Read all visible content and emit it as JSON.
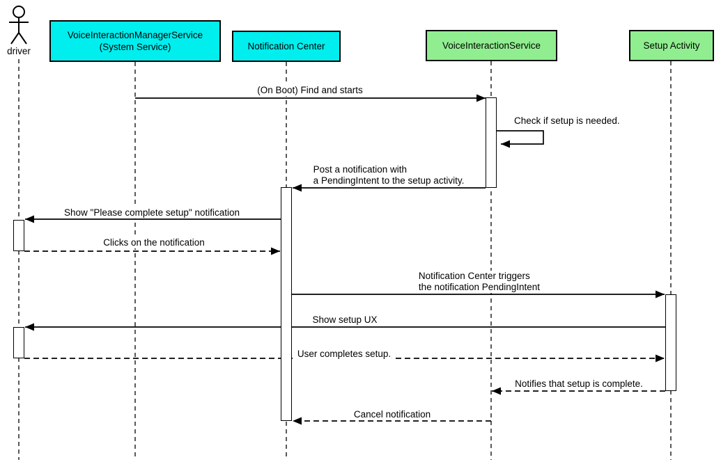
{
  "colors": {
    "system_participant": "#00EEEE",
    "app_participant": "#90EE90",
    "line": "#000000",
    "background": "#FFFFFF"
  },
  "actor": {
    "name": "driver"
  },
  "participants": [
    {
      "name": "VoiceInteractionManagerService",
      "subtitle": "(System Service)",
      "type": "system"
    },
    {
      "name": "Notification Center",
      "subtitle": "",
      "type": "system"
    },
    {
      "name": "VoiceInteractionService",
      "subtitle": "",
      "type": "app"
    },
    {
      "name": "Setup Activity",
      "subtitle": "",
      "type": "app"
    }
  ],
  "messages": [
    {
      "text": "(On Boot) Find and starts",
      "from": "VoiceInteractionManagerService",
      "to": "VoiceInteractionService",
      "style": "solid"
    },
    {
      "text": "Check if setup is needed.",
      "from": "VoiceInteractionService",
      "to": "VoiceInteractionService",
      "style": "self"
    },
    {
      "text": "Post a notification with",
      "text2": "a PendingIntent to the setup activity.",
      "from": "VoiceInteractionService",
      "to": "Notification Center",
      "style": "solid"
    },
    {
      "text": "Show \"Please complete setup\" notification",
      "from": "Notification Center",
      "to": "driver",
      "style": "solid"
    },
    {
      "text": "Clicks on the notification",
      "from": "driver",
      "to": "Notification Center",
      "style": "dashed"
    },
    {
      "text": "Notification Center triggers",
      "text2": "the notification PendingIntent",
      "from": "Notification Center",
      "to": "Setup Activity",
      "style": "solid"
    },
    {
      "text": "Show setup UX",
      "from": "Setup Activity",
      "to": "driver",
      "style": "solid"
    },
    {
      "text": "User completes setup.",
      "from": "driver",
      "to": "Setup Activity",
      "style": "dashed"
    },
    {
      "text": "Notifies that setup is complete.",
      "from": "Setup Activity",
      "to": "VoiceInteractionService",
      "style": "dashed"
    },
    {
      "text": "Cancel notification",
      "from": "VoiceInteractionService",
      "to": "Notification Center",
      "style": "dashed"
    }
  ]
}
